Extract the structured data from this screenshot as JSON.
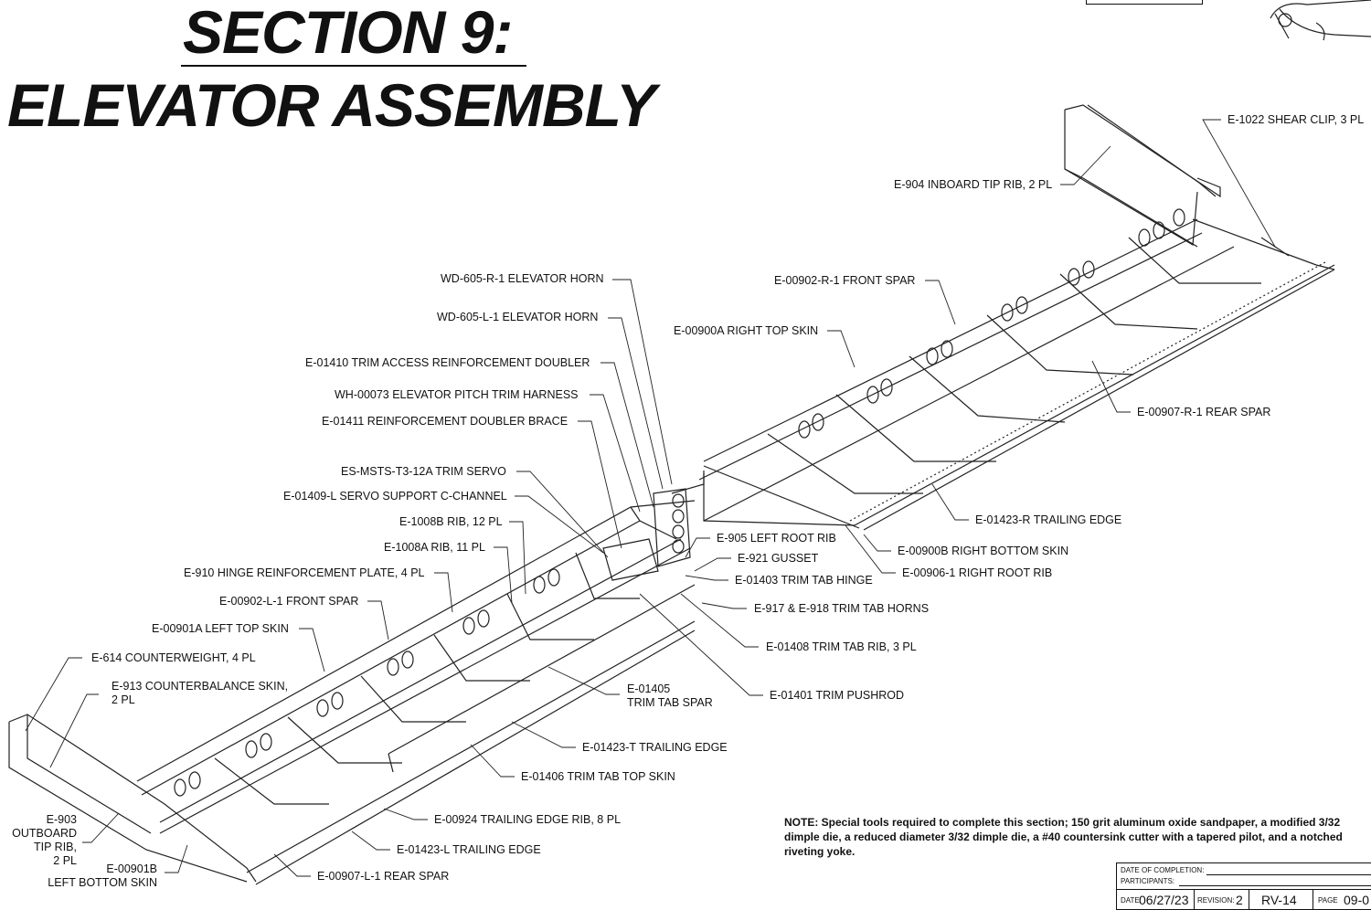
{
  "section_title": "SECTION 9:",
  "section_subtitle": "ELEVATOR ASSEMBLY",
  "labels": {
    "shear_clip": "E-1022 SHEAR CLIP, 3 PL",
    "inboard_tip_rib": "E-904 INBOARD TIP RIB, 2 PL",
    "horn_r": "WD-605-R-1 ELEVATOR HORN",
    "front_spar_r": "E-00902-R-1 FRONT SPAR",
    "horn_l": "WD-605-L-1 ELEVATOR HORN",
    "right_top_skin": "E-00900A RIGHT TOP SKIN",
    "trim_access_doubler": "E-01410 TRIM ACCESS REINFORCEMENT DOUBLER",
    "pitch_trim_harness": "WH-00073 ELEVATOR PITCH TRIM HARNESS",
    "rear_spar_r": "E-00907-R-1 REAR SPAR",
    "doubler_brace": "E-01411 REINFORCEMENT DOUBLER BRACE",
    "trim_servo": "ES-MSTS-T3-12A TRIM SERVO",
    "servo_channel": "E-01409-L SERVO SUPPORT C-CHANNEL",
    "trailing_edge_r": "E-01423-R TRAILING EDGE",
    "rib_1008b": "E-1008B RIB, 12 PL",
    "left_root_rib": "E-905 LEFT ROOT RIB",
    "rib_1008a": "E-1008A RIB, 11 PL",
    "right_bottom_skin": "E-00900B RIGHT BOTTOM SKIN",
    "gusset": "E-921 GUSSET",
    "hinge_plate": "E-910 HINGE REINFORCEMENT PLATE, 4 PL",
    "right_root_rib": "E-00906-1 RIGHT ROOT RIB",
    "trim_tab_hinge": "E-01403 TRIM TAB HINGE",
    "front_spar_l": "E-00902-L-1 FRONT SPAR",
    "trim_tab_horns": "E-917 & E-918 TRIM TAB HORNS",
    "left_top_skin": "E-00901A LEFT TOP SKIN",
    "trim_tab_rib": "E-01408 TRIM TAB RIB, 3 PL",
    "counterweight": "E-614 COUNTERWEIGHT, 4 PL",
    "counterbalance_skin_1": "E-913 COUNTERBALANCE SKIN,",
    "counterbalance_skin_2": "2 PL",
    "trim_tab_spar_1": "E-01405",
    "trim_tab_spar_2": "TRIM TAB SPAR",
    "trim_pushrod": "E-01401 TRIM PUSHROD",
    "trailing_edge_t": "E-01423-T TRAILING EDGE",
    "trim_tab_top_skin": "E-01406 TRIM TAB TOP SKIN",
    "trailing_edge_rib": "E-00924 TRAILING EDGE RIB, 8 PL",
    "outboard_tip_rib_1": "E-903",
    "outboard_tip_rib_2": "OUTBOARD",
    "outboard_tip_rib_3": "TIP RIB,",
    "outboard_tip_rib_4": "2 PL",
    "trailing_edge_l": "E-01423-L TRAILING EDGE",
    "left_bottom_skin_1": "E-00901B",
    "left_bottom_skin_2": "LEFT BOTTOM SKIN",
    "rear_spar_l": "E-00907-L-1 REAR SPAR"
  },
  "note": "NOTE: Special tools required to complete this section; 150 grit aluminum oxide sandpaper, a modified 3/32 dimple die, a reduced diameter 3/32 dimple die, a #40 countersink cutter with a tapered pilot, and a notched riveting yoke.",
  "title_block": {
    "completion_label": "DATE OF COMPLETION:",
    "participants_label": "PARTICIPANTS:",
    "date_label": "DATE:",
    "date_value": "06/27/23",
    "revision_label": "REVISION:",
    "revision_value": "2",
    "model": "RV-14",
    "page_label": "PAGE",
    "page_value": "09-0"
  }
}
